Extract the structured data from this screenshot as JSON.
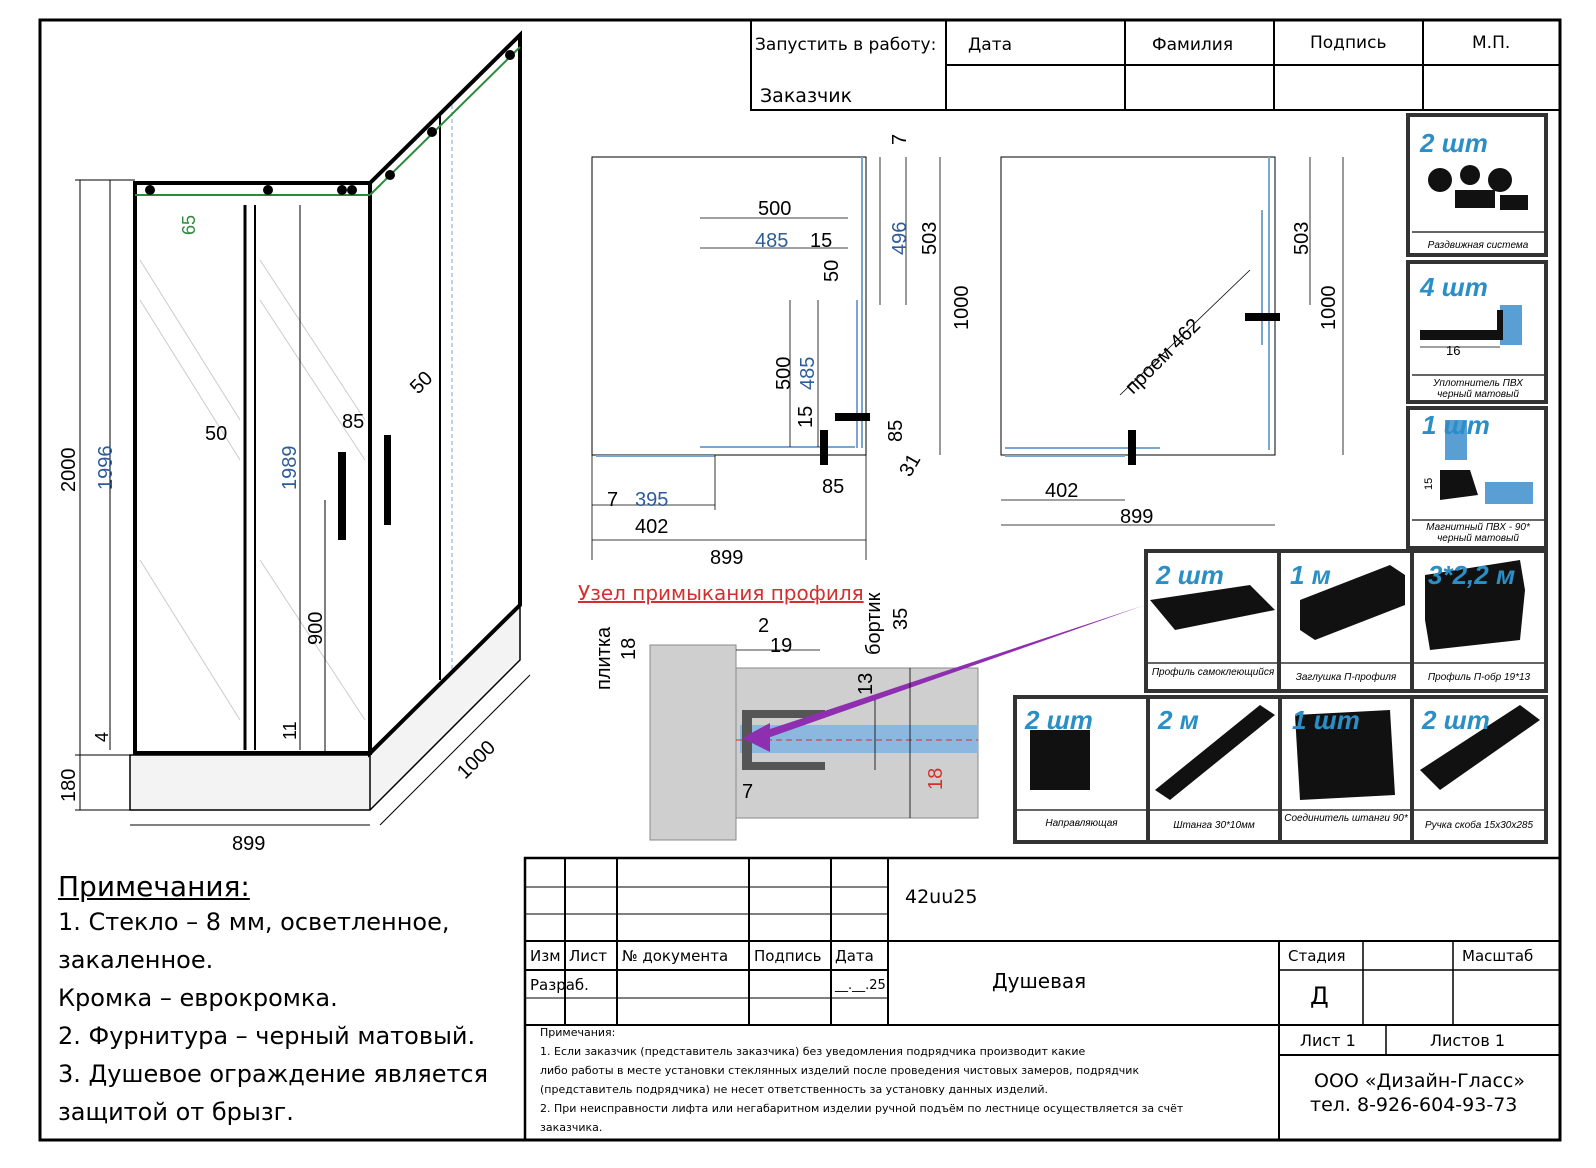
{
  "approval": {
    "start_label": "Запустить в работу:",
    "customer_label": "Заказчик",
    "date_label": "Дата",
    "surname_label": "Фамилия",
    "signature_label": "Подпись",
    "stamp_label": "М.П."
  },
  "iso_view": {
    "dims": {
      "height_total": "2000",
      "height_glass_fixed": "1996",
      "height_glass_door": "1989",
      "gap_50_left": "50",
      "gap_50_right": "50",
      "dim_85": "85",
      "handle_900": "900",
      "dim_11": "11",
      "dim_4": "4",
      "base_180": "180",
      "width_899": "899",
      "depth_1000": "1000",
      "dim_65": "65"
    }
  },
  "plan_left": {
    "dims": {
      "d7_top": "7",
      "d500": "500",
      "d485": "485",
      "d15": "15",
      "d50": "50",
      "d496": "496",
      "d503": "503",
      "d1000": "1000",
      "d500b": "500",
      "d485b": "485",
      "d15b": "15",
      "d85a": "85",
      "d85b": "85",
      "d31": "31",
      "d7": "7",
      "d395": "395",
      "d402": "402",
      "d899": "899"
    }
  },
  "plan_right": {
    "dims": {
      "d503": "503",
      "d1000": "1000",
      "opening": "проем 462",
      "d402": "402",
      "d899": "899"
    }
  },
  "profile_node": {
    "title": "Узел примыкания профиля",
    "tile_label": "плитка",
    "rim_label": "бортик",
    "dims": {
      "d18": "18",
      "d2": "2",
      "d19": "19",
      "d35": "35",
      "d13": "13",
      "d18red": "18",
      "d7": "7"
    }
  },
  "hardware": [
    {
      "qty": "2 шт",
      "label": "Раздвижная система"
    },
    {
      "qty": "4 шт",
      "label": "Уплотнитель ПВХ черный матовый",
      "dim": "16"
    },
    {
      "qty": "1 шт",
      "label": "Магнитный ПВХ - 90* черный матовый",
      "dim": "15"
    },
    {
      "qty": "2 шт",
      "label": "Профиль самоклеющийся"
    },
    {
      "qty": "1 м",
      "label": "Заглушка П-профиля"
    },
    {
      "qty": "3*2,2 м",
      "label": "Профиль П-обр 19*13"
    },
    {
      "qty": "2 шт",
      "label": "Направляющая"
    },
    {
      "qty": "2 м",
      "label": "Штанга 30*10мм"
    },
    {
      "qty": "1 шт",
      "label": "Соединитель штанги 90*"
    },
    {
      "qty": "2 шт",
      "label": "Ручка скоба 15х30х285"
    }
  ],
  "notes": {
    "title": "Примечания:",
    "lines": [
      "1. Стекло – 8 мм, осветленное,",
      "закаленное.",
      "Кромка – еврокромка.",
      "2. Фурнитура – черный матовый.",
      "3. Душевое ограждение является",
      "защитой от брызг."
    ]
  },
  "title_block": {
    "doc_code": "42uu25",
    "col_izm": "Изм",
    "col_list": "Лист",
    "col_doc": "№ документа",
    "col_sign": "Подпись",
    "col_date": "Дата",
    "developer": "Разраб.",
    "date_value": "__.__.25",
    "product": "Душевая",
    "stage_label": "Стадия",
    "stage_value": "Д",
    "scale_label": "Масштаб",
    "sheet": "Лист 1",
    "sheets": "Листов 1",
    "company": "ООО «Дизайн-Гласс»",
    "phone": "тел. 8-926-604-93-73",
    "fine_notes": [
      "Примечания:",
      "1. Если заказчик (представитель заказчика) без уведомления подрядчика производит какие",
      "либо работы в месте установки стеклянных изделий после проведения чистовых замеров, подрядчик",
      "(представитель подрядчика) не несет ответственность за установку данных изделий.",
      "2. При неисправности лифта или негабаритном изделии ручной подъём по лестнице осуществляется за счёт",
      "заказчика."
    ]
  },
  "colors": {
    "blue_dim": "#2e5c9a",
    "green_dim": "#2a8a3a",
    "red_dim": "#d32f2f",
    "glass_blue": "#8cb8e0",
    "arrow_purple": "#8e2fb0",
    "qty_blue": "#2a8fc6"
  }
}
